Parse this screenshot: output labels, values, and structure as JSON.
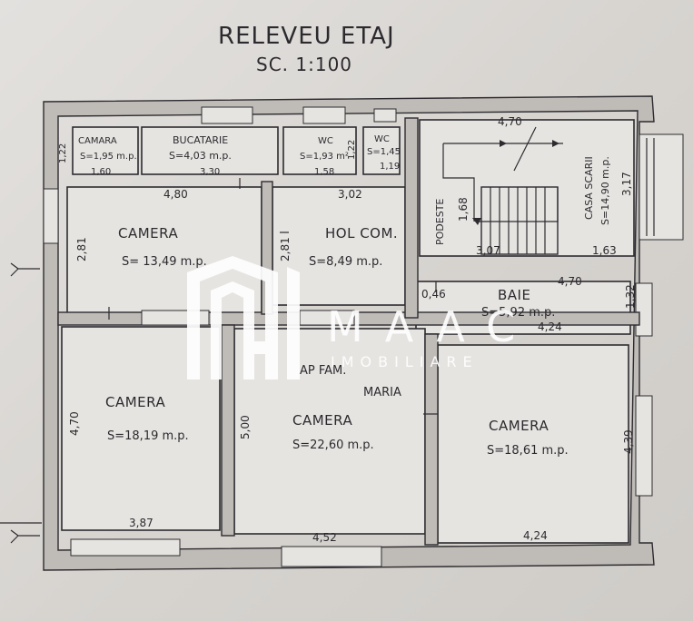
{
  "title": "RELEVEU ETAJ",
  "scale": "SC. 1:100",
  "rooms": {
    "camara": {
      "name": "CAMARA",
      "area": "S=1,95 m.p.",
      "dim_left": "1,22",
      "dim_bottom": "1,60"
    },
    "bucatarie": {
      "name": "BUCATARIE",
      "area": "S=4,03 m.p.",
      "dim_bottom": "3,30"
    },
    "wc1": {
      "name": "WC",
      "area": "S=1,93 m²",
      "dim_right": "1,22",
      "dim_bottom": "1,58"
    },
    "wc2": {
      "name": "WC",
      "area": "S=1,45",
      "dim_right": "1,19"
    },
    "casa_scarii": {
      "name": "CASA SCARII",
      "area": "S=14,90 m.p.",
      "dim_top": "4,70",
      "dim_right": "3,17",
      "dim_bottom_left": "3,07",
      "dim_bottom_right": "1,63"
    },
    "podeste": {
      "name": "PODESTE",
      "dim": "1,68"
    },
    "camera_nw": {
      "name": "CAMERA",
      "area": "S= 13,49 m.p.",
      "dim_top": "4,80",
      "dim_left": "2,81"
    },
    "hol_com": {
      "name": "HOL COM.",
      "area": "S=8,49 m.p.",
      "dim_top": "3,02",
      "dim_left": "2,81"
    },
    "baie": {
      "name": "BAIE",
      "area": "S=5,92 m.p.",
      "dim_top": "4,70",
      "dim_left": "0,46",
      "dim_right": "1,32",
      "dim_bottom": "4,24"
    },
    "camera_sw": {
      "name": "CAMERA",
      "area": "S=18,19 m.p.",
      "dim_left": "4,70",
      "dim_bottom": "3,87"
    },
    "camera_s": {
      "name": "CAMERA",
      "area": "S=22,60 m.p.",
      "dim_left": "5,00",
      "dim_bottom": "4,52"
    },
    "camera_se": {
      "name": "CAMERA",
      "area": "S=18,61 m.p.",
      "dim_right": "4,39",
      "dim_bottom": "4,24"
    }
  },
  "apartment": {
    "line1": "AP FAM.",
    "line2": "MARIA"
  },
  "watermark": {
    "brand": "MAAC",
    "sub": "IMOBILIARE",
    "color": "#ffffff"
  }
}
